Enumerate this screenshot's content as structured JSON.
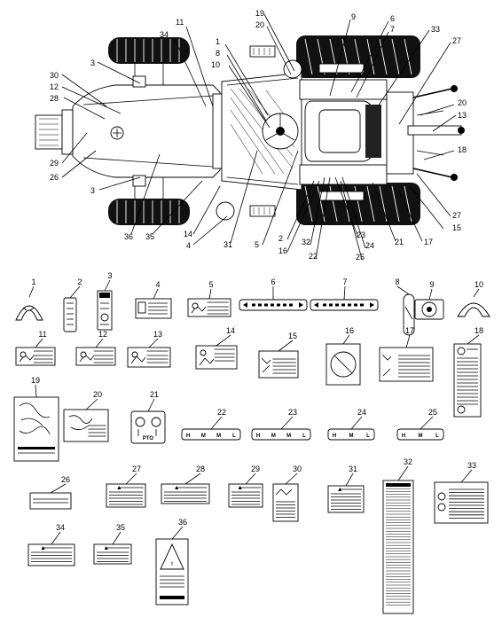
{
  "figure": {
    "tractor_callouts": [
      "19",
      "20",
      "9",
      "6",
      "7",
      "33",
      "27",
      "11",
      "34",
      "1",
      "8",
      "10",
      "3",
      "30",
      "12",
      "28",
      "29",
      "26",
      "3",
      "36",
      "35",
      "14",
      "4",
      "31",
      "5",
      "2",
      "16",
      "32",
      "22",
      "23",
      "24",
      "25",
      "21",
      "17",
      "15",
      "27",
      "20",
      "13",
      "18"
    ],
    "decals": [
      {
        "n": "1"
      },
      {
        "n": "2"
      },
      {
        "n": "3"
      },
      {
        "n": "4"
      },
      {
        "n": "5"
      },
      {
        "n": "6"
      },
      {
        "n": "7"
      },
      {
        "n": "8"
      },
      {
        "n": "9"
      },
      {
        "n": "10"
      },
      {
        "n": "11"
      },
      {
        "n": "12"
      },
      {
        "n": "13"
      },
      {
        "n": "14"
      },
      {
        "n": "15"
      },
      {
        "n": "16"
      },
      {
        "n": "17"
      },
      {
        "n": "18"
      },
      {
        "n": "19"
      },
      {
        "n": "20"
      },
      {
        "n": "21",
        "text": "PTO"
      },
      {
        "n": "22",
        "text": [
          "H",
          "M",
          "M",
          "L"
        ]
      },
      {
        "n": "23",
        "text": [
          "H",
          "M",
          "M",
          "L"
        ]
      },
      {
        "n": "24",
        "text": [
          "H",
          "M",
          "L"
        ]
      },
      {
        "n": "25",
        "text": [
          "H",
          "M",
          "L"
        ]
      },
      {
        "n": "26"
      },
      {
        "n": "27"
      },
      {
        "n": "28"
      },
      {
        "n": "29"
      },
      {
        "n": "30"
      },
      {
        "n": "31"
      },
      {
        "n": "32"
      },
      {
        "n": "33"
      },
      {
        "n": "34"
      },
      {
        "n": "35"
      },
      {
        "n": "36"
      }
    ]
  }
}
